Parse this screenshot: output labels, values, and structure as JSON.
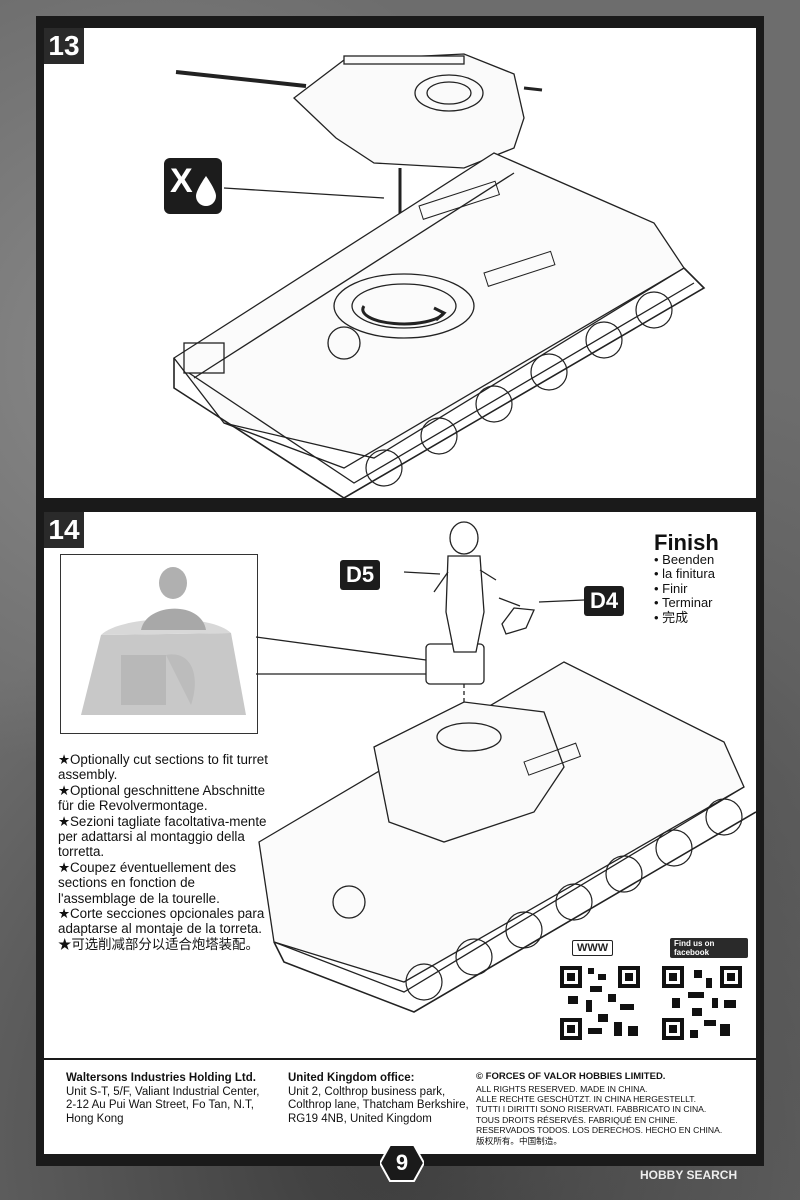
{
  "page": {
    "number": "9"
  },
  "step13": {
    "number": "13",
    "icon": "no-glue-icon",
    "icon_letter": "X"
  },
  "step14": {
    "number": "14",
    "parts": [
      "D5",
      "D4"
    ],
    "finish": {
      "title": "Finish",
      "items": [
        "Beenden",
        "la finitura",
        "Finir",
        "Terminar",
        "完成"
      ]
    },
    "notes": [
      "★Optionally cut sections to fit turret assembly.",
      "★Optional geschnittene Abschnitte für die Revolvermontage.",
      "★Sezioni tagliate facoltativa-mente per adattarsi al montaggio della torretta.",
      "★Coupez éventuellement des sections en fonction de l'assemblage de la tourelle.",
      "★Corte secciones opcionales para adaptarse al montaje de la torreta.",
      "★可选削减部分以适合炮塔装配。"
    ],
    "qr": [
      {
        "label": "WWW",
        "icon": "www-icon"
      },
      {
        "label": "Find us on facebook",
        "icon": "facebook-icon"
      }
    ]
  },
  "footer": {
    "company": {
      "name": "Waltersons Industries Holding Ltd.",
      "lines": [
        "Unit S-T, 5/F, Valiant Industrial Center,",
        "2-12 Au Pui Wan Street, Fo Tan, N.T,",
        "Hong Kong"
      ]
    },
    "uk_office": {
      "name": "United Kingdom office:",
      "lines": [
        "Unit 2, Colthrop business park,",
        "Colthrop lane, Thatcham Berkshire,",
        "RG19 4NB, United Kingdom"
      ]
    },
    "copyright": {
      "title": "© FORCES OF VALOR HOBBIES LIMITED.",
      "lines": [
        "ALL RIGHTS RESERVED. MADE IN CHINA.",
        "ALLE RECHTE GESCHÜTZT. IN CHINA HERGESTELLT.",
        "TUTTI I DIRITTI SONO RISERVATI. FABBRICATO IN CINA.",
        "TOUS DROITS RÉSERVÉS. FABRIQUÉ EN CHINE.",
        "RESERVADOS TODOS. LOS DERECHOS. HECHO EN CHINA.",
        "版权所有。中国制造。"
      ]
    }
  },
  "watermark": "HOBBY SEARCH"
}
